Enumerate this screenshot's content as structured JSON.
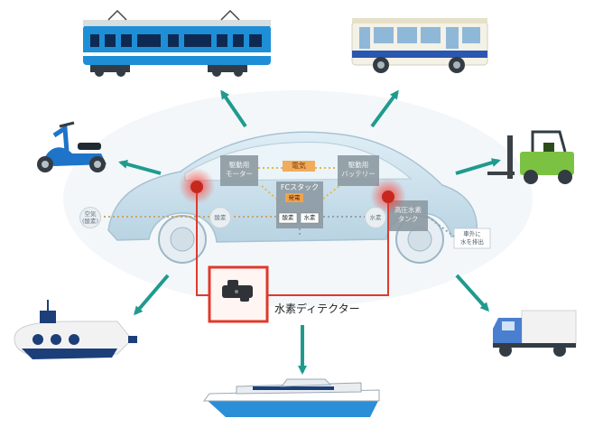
{
  "diagram": {
    "car_labels": {
      "motor": "駆動用\nモーター",
      "power": "電気",
      "battery": "駆動用\nバッテリー",
      "fc_stack": "FCスタック",
      "generation": "発電",
      "oxygen": "酸素",
      "hydrogen": "水素",
      "hydrogen_tank": "高圧水素\nタンク",
      "air_in": "空気\n(酸素)",
      "oxygen_node": "酸素",
      "hydrogen_node": "水素",
      "exhaust": "車外に\n水を排出"
    },
    "detector_label": "水素ディテクター",
    "applications": [
      "train",
      "bus",
      "scooter",
      "forklift",
      "submarine",
      "truck",
      "ship"
    ],
    "colors": {
      "arrow": "#1f9b8e",
      "detector": "#e0392b",
      "train_body": "#1e8fd6",
      "bus_body": "#f4f1e6",
      "bus_trim": "#2a57b0",
      "scooter": "#1e74c8",
      "forklift": "#7cc242",
      "submarine": "#f2f2f2",
      "truck_cab": "#4a7fd0",
      "ship": "#2a8fd6"
    }
  }
}
